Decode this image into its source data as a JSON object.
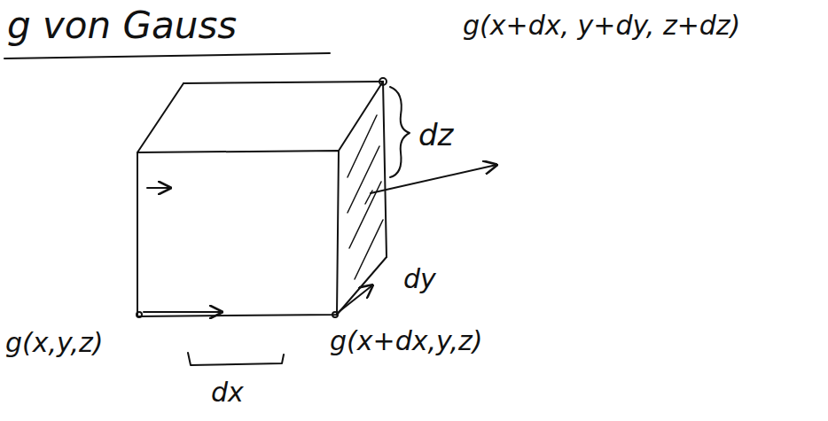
{
  "diagram": {
    "title": "g von Gauss",
    "labels": [
      "g(x+dx, y+dy, z+dz)",
      "dz",
      "dy",
      "g(x,y,z)",
      "g(x+dx,y,z)",
      "dx"
    ]
  }
}
